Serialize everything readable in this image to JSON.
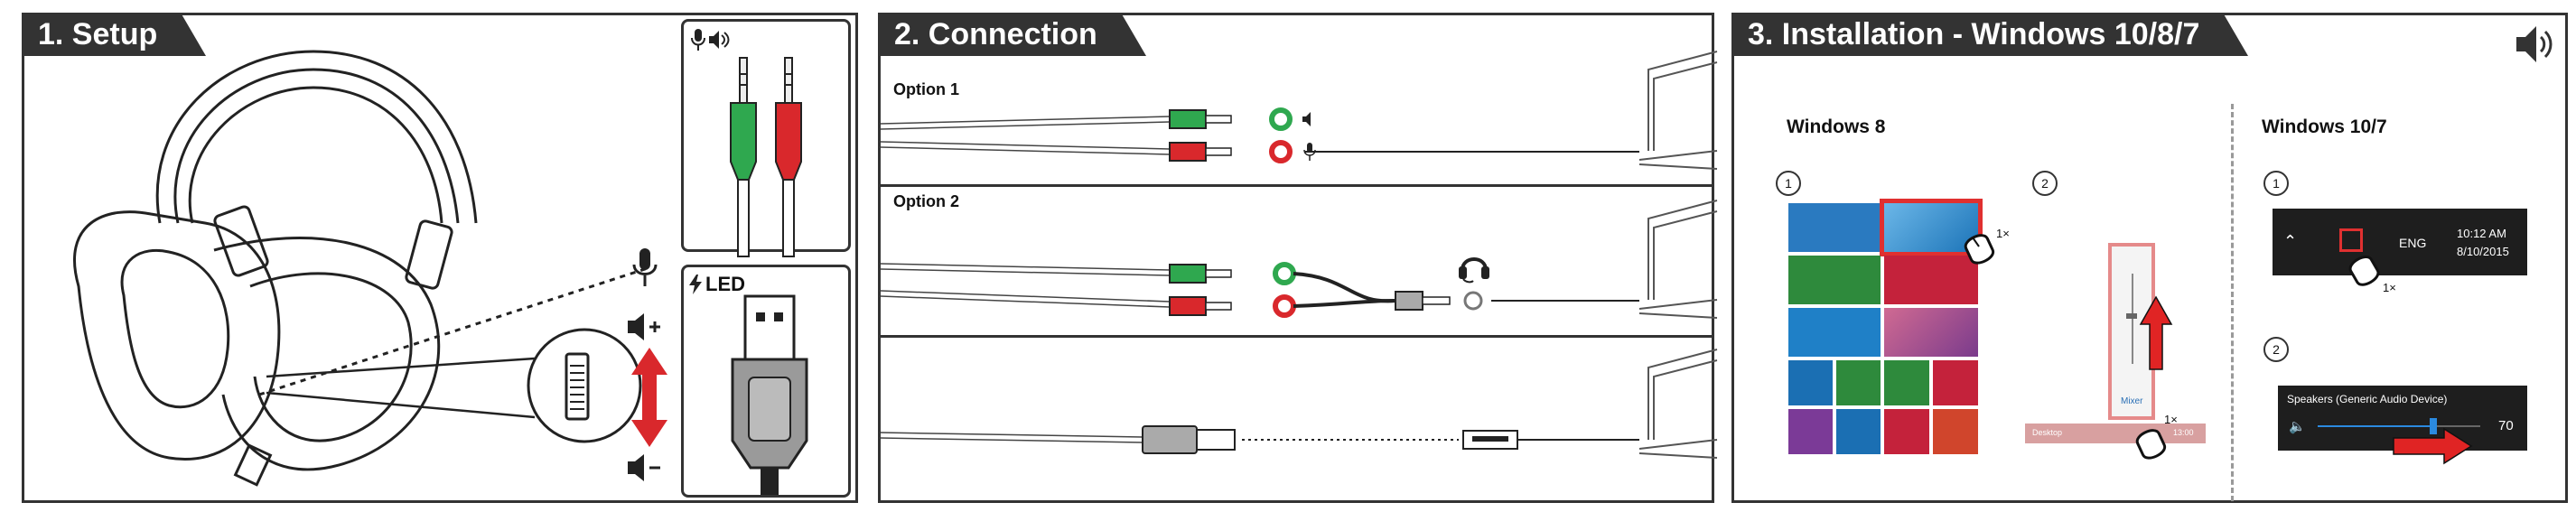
{
  "panels": {
    "setup": {
      "title": "1. Setup",
      "led_label": "LED"
    },
    "connection": {
      "title": "2. Connection",
      "option1": "Option 1",
      "option2": "Option 2"
    },
    "installation": {
      "title": "3. Installation - Windows 10/8/7",
      "win8": {
        "heading": "Windows 8",
        "step1": "1",
        "step2": "2",
        "click_count": "1×",
        "click_count2": "1×",
        "mixer_label": "Mixer",
        "taskbar_text": "Desktop",
        "taskbar_time": "13:00"
      },
      "win10": {
        "heading": "Windows 10/7",
        "step1": "1",
        "step2": "2",
        "lang": "ENG",
        "time": "10:12 AM",
        "date": "8/10/2015",
        "click_count": "1×",
        "device": "Speakers (Generic Audio Device)",
        "volume": "70"
      }
    }
  },
  "colors": {
    "panel_border": "#333333",
    "header_bg": "#333333",
    "green_plug": "#2fa84f",
    "red_plug": "#d9282c",
    "highlight": "#e03030"
  },
  "icons": [
    "headset-icon",
    "microphone-icon",
    "speaker-icon",
    "volume-up-icon",
    "volume-down-icon",
    "led-bolt-icon",
    "usb-plug-icon",
    "laptop-icon",
    "mouse-click-icon",
    "arrow-up-icon",
    "arrow-right-icon"
  ]
}
